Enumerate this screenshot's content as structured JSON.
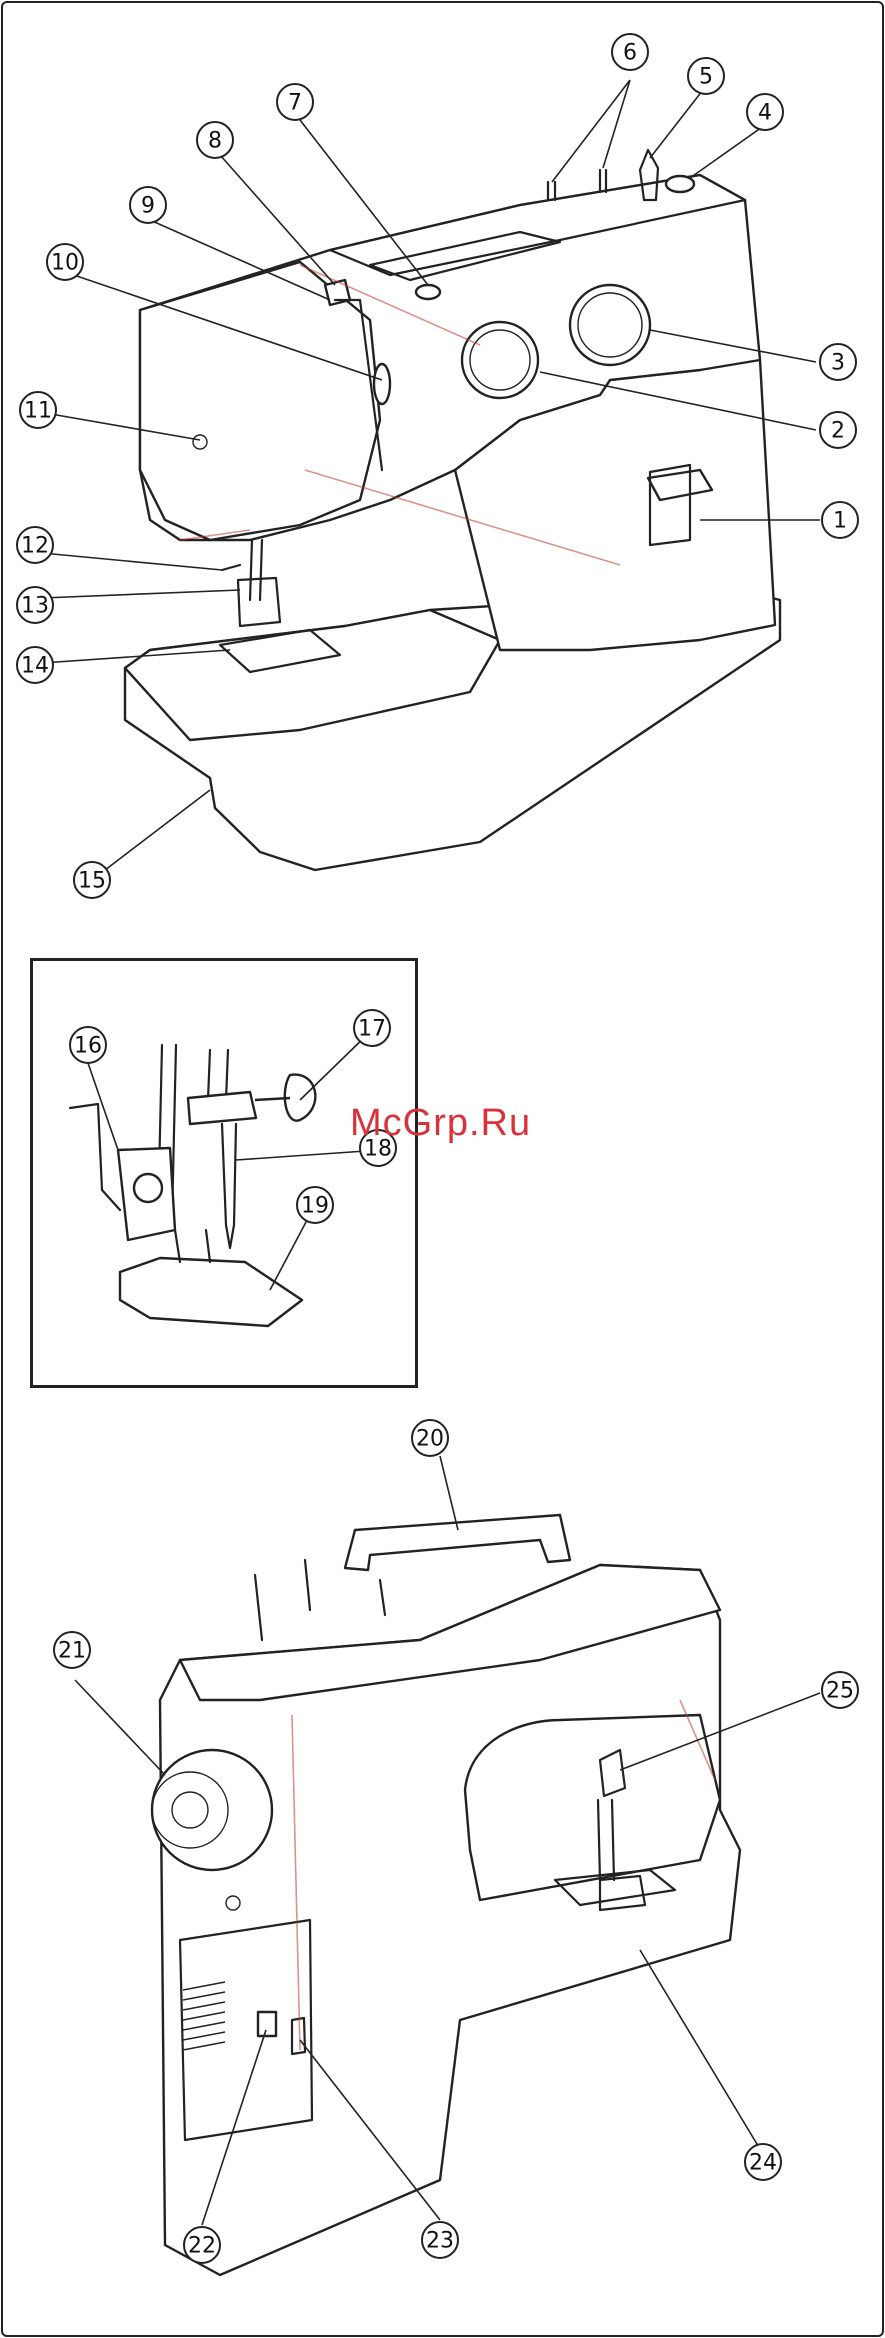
{
  "watermark": "McGrp.Ru",
  "callouts": [
    {
      "id": "1",
      "label": "1"
    },
    {
      "id": "2",
      "label": "2"
    },
    {
      "id": "3",
      "label": "3"
    },
    {
      "id": "4",
      "label": "4"
    },
    {
      "id": "5",
      "label": "5"
    },
    {
      "id": "6",
      "label": "6"
    },
    {
      "id": "7",
      "label": "7"
    },
    {
      "id": "8",
      "label": "8"
    },
    {
      "id": "9",
      "label": "9"
    },
    {
      "id": "10",
      "label": "10"
    },
    {
      "id": "11",
      "label": "11"
    },
    {
      "id": "12",
      "label": "12"
    },
    {
      "id": "13",
      "label": "13"
    },
    {
      "id": "14",
      "label": "14"
    },
    {
      "id": "15",
      "label": "15"
    },
    {
      "id": "16",
      "label": "16"
    },
    {
      "id": "17",
      "label": "17"
    },
    {
      "id": "18",
      "label": "18"
    },
    {
      "id": "19",
      "label": "19"
    },
    {
      "id": "20",
      "label": "20"
    },
    {
      "id": "21",
      "label": "21"
    },
    {
      "id": "22",
      "label": "22"
    },
    {
      "id": "23",
      "label": "23"
    },
    {
      "id": "24",
      "label": "24"
    },
    {
      "id": "25",
      "label": "25"
    }
  ]
}
